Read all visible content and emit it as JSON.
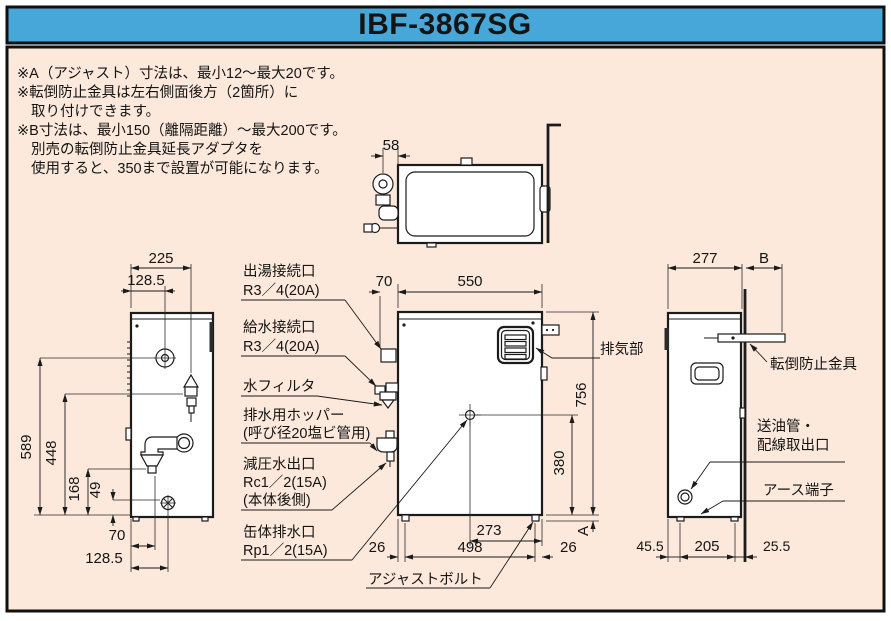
{
  "title": "IBF-3867SG",
  "colors": {
    "banner": "#48a7d9",
    "background": "#fce9dc",
    "line": "#1b1b1b"
  },
  "notes": [
    "※A（アジャスト）寸法は、最小12～最大20です。",
    "※転倒防止金具は左右側面後方（2箇所）に",
    "取り付けできます。",
    "※B寸法は、最小150（離隔距離）～最大200です。",
    "別売の転倒防止金具延長アダプタを",
    "使用すると、350まで設置が可能になります。"
  ],
  "top_view": {
    "dim_pipe_offset": "58"
  },
  "left_view": {
    "dim_depth": "225",
    "dim_port_offset": "128.5",
    "dim_h_port": "589",
    "dim_h_valve": "448",
    "dim_h_hopper": "168",
    "dim_h_drain": "49",
    "dim_b_hopper": "70",
    "dim_b_offset": "128.5"
  },
  "front_view": {
    "dim_pipe": "70",
    "dim_width": "550",
    "dim_height": "756",
    "dim_drain_h": "380",
    "dim_drain_r": "273",
    "dim_margin_l": "26",
    "dim_bolt_span": "498",
    "dim_margin_r": "26",
    "dim_adjust": "A",
    "label_exhaust": "排気部",
    "label_adjust_bolt": "アジャストボルト"
  },
  "right_view": {
    "dim_depth": "277",
    "dim_wall": "B",
    "dim_back": "45.5",
    "dim_feet": "205",
    "dim_front": "25.5",
    "label_bracket": "転倒防止金具",
    "label_outlet_1": "送油管・",
    "label_outlet_2": "配線取出口",
    "label_earth": "アース端子"
  },
  "port_labels": {
    "outlet_1": "出湯接続口",
    "outlet_2": "R3／4(20A)",
    "inlet_1": "給水接続口",
    "inlet_2": "R3／4(20A)",
    "filter": "水フィルタ",
    "hopper_1": "排水用ホッパー",
    "hopper_2": "(呼び径20塩ビ管用)",
    "reducer_1": "減圧水出口",
    "reducer_2": "Rc1／2(15A)",
    "reducer_3": "(本体後側)",
    "tank_drain_1": "缶体排水口",
    "tank_drain_2": "Rp1／2(15A)"
  }
}
